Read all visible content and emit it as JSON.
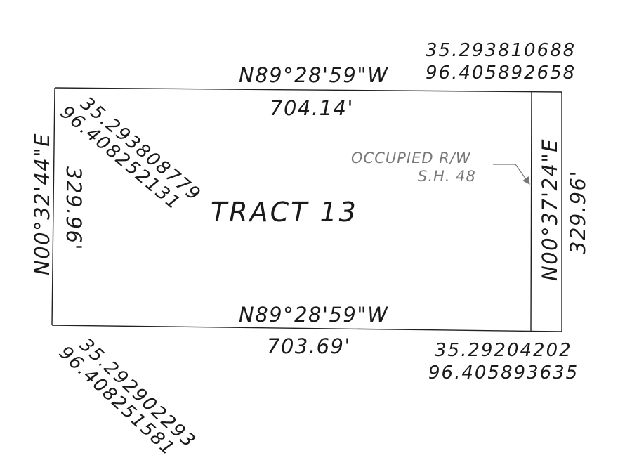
{
  "tract": {
    "name": "TRACT 13"
  },
  "boundaries": {
    "north": {
      "bearing": "N89°28'59\"W",
      "distance": "704.14'"
    },
    "south": {
      "bearing": "N89°28'59\"W",
      "distance": "703.69'"
    },
    "west": {
      "bearing": "N00°32'44\"E",
      "distance": "329.96'"
    },
    "east": {
      "bearing": "N00°37'24\"E",
      "distance": "329.96'"
    }
  },
  "corners": {
    "northwest": {
      "lat": "35.293808779",
      "lon": "96.408252131"
    },
    "northeast": {
      "lat": "35.293810688",
      "lon": "96.405892658"
    },
    "southwest": {
      "lat": "35.292902293",
      "lon": "96.408251581"
    },
    "southeast": {
      "lat": "35.29204202",
      "lon": "96.405893635"
    }
  },
  "note": {
    "line1": "OCCUPIED R/W",
    "line2": "S.H. 48"
  },
  "colors": {
    "line": "#222222",
    "text": "#1a1a1a",
    "note": "#777777"
  }
}
